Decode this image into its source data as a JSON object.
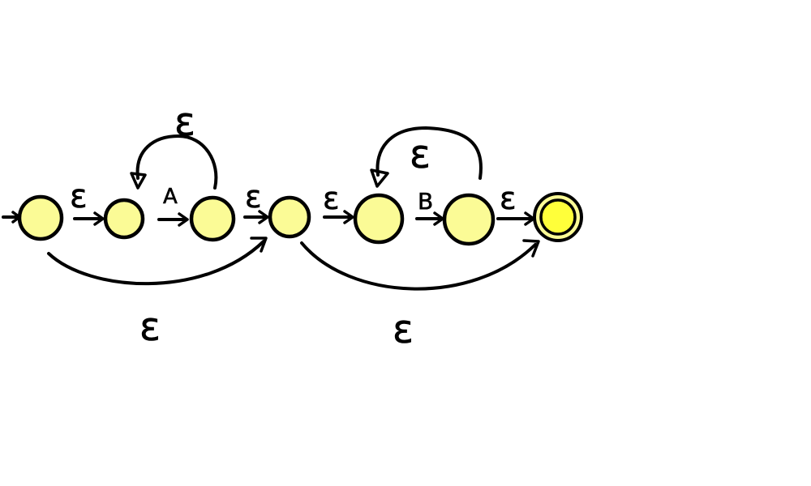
{
  "diagram": {
    "labels": {
      "eps_start_to_s1": "ε",
      "a": "A",
      "eps_loop_a": "ε",
      "eps_s2_to_s3": "ε",
      "eps_skip_a": "ε",
      "eps_s3_to_s4": "ε",
      "b": "B",
      "eps_loop_b": "ε",
      "eps_s5_to_final": "ε",
      "eps_skip_b": "ε"
    }
  }
}
